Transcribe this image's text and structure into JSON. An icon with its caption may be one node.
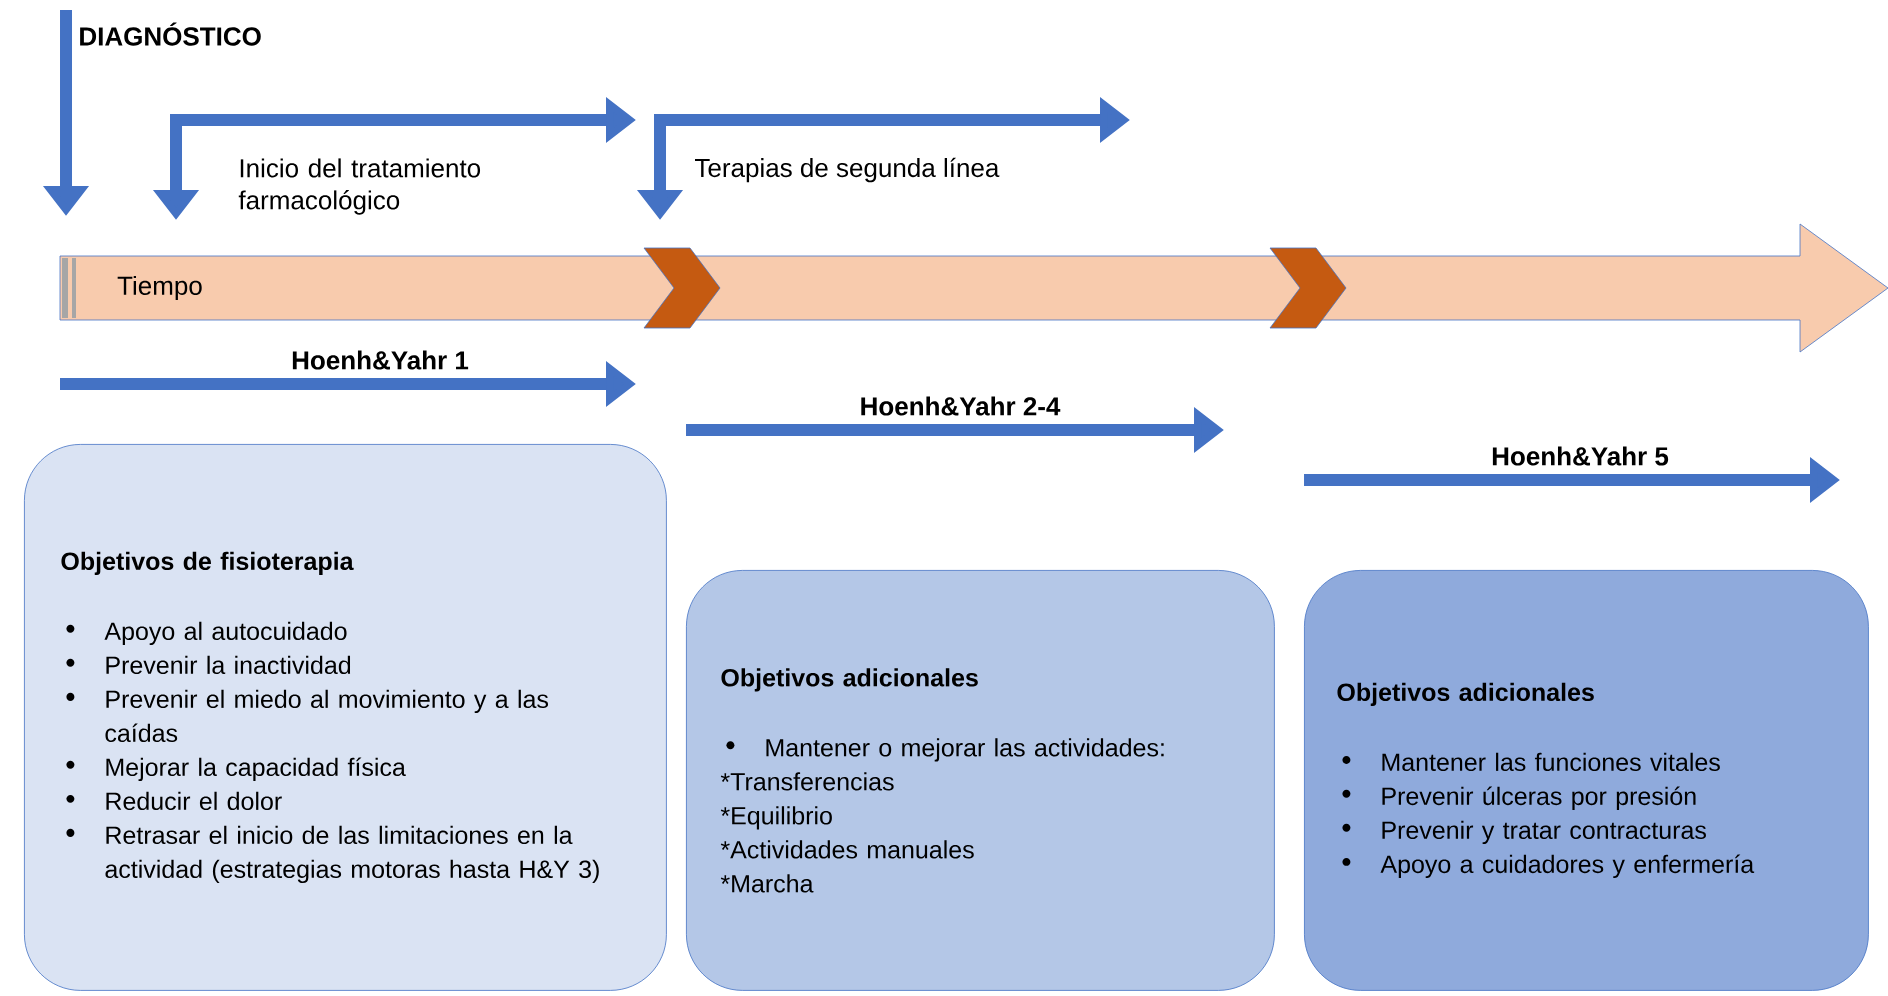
{
  "diagram": {
    "nodes": [
      {
        "text": [
          "Tiempo"
        ]
      },
      {
        "text": [
          "Objetivos de fisioterapia",
          "Apoyo al autocuidado",
          "Prevenir la inactividad",
          "Prevenir el miedo al movimiento y a las caídas",
          "Mejorar la capacidad física",
          "Reducir el dolor",
          "Retrasar el inicio de las limitaciones en la actividad (estrategias motoras hasta H&Y 3)"
        ]
      },
      {
        "text": [
          "Objetivos adicionales",
          "Mantener o mejorar las actividades:",
          "*Transferencias",
          "*Equilibrio",
          "*Actividades manuales",
          "*Marcha"
        ]
      },
      {
        "text": [
          "Objetivos adicionales",
          "Mantener las funciones vitales",
          "Prevenir úlceras por presión",
          "Prevenir y tratar contracturas",
          "Apoyo a cuidadores y enfermería"
        ]
      }
    ],
    "labels": [
      "DIAGNÓSTICO",
      "Inicio del tratamiento farmacológico",
      "Terapias de segunda línea",
      "Hoenh&Yahr 1",
      "Hoenh&Yahr 2-4",
      "Hoenh&Yahr 5"
    ]
  }
}
